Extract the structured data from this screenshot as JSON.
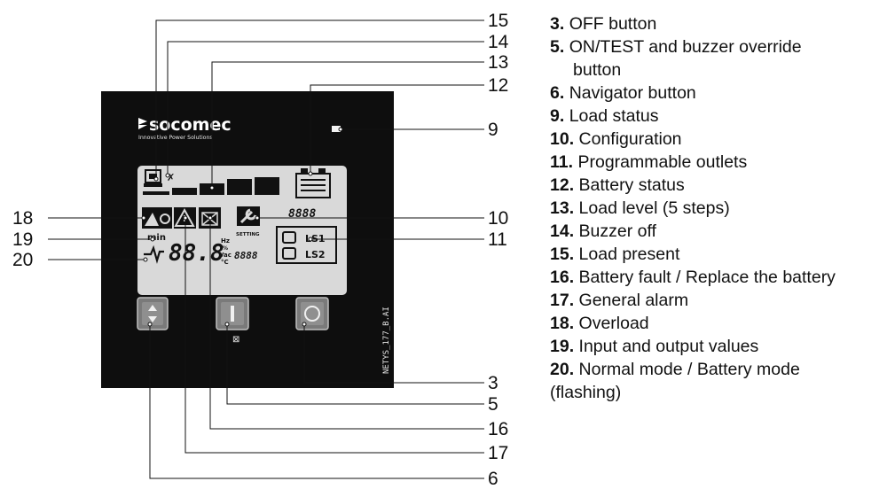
{
  "panel": {
    "brand": "socomec",
    "tagline": "Innovative Power Solutions",
    "reference": "NETYS_177_B.AI",
    "lcd": {
      "min_label": "min",
      "digits": "88.8",
      "unit_hz": "Hz",
      "unit_pct": "%",
      "unit_vac": "Vac",
      "unit_c": "°C",
      "small_digits": "8888",
      "segment_digits": "8888",
      "setting_label": "SETTING",
      "outlet1": "LS1",
      "outlet2": "LS2"
    }
  },
  "callout_numbers": {
    "n15": "15",
    "n14": "14",
    "n13": "13",
    "n12": "12",
    "n9": "9",
    "n18": "18",
    "n19": "19",
    "n20": "20",
    "n10": "10",
    "n11": "11",
    "n3": "3",
    "n5": "5",
    "n16": "16",
    "n17": "17",
    "n6": "6"
  },
  "legend": [
    {
      "num": "3.",
      "text": "OFF button"
    },
    {
      "num": "5.",
      "text": "ON/TEST and buzzer override",
      "cont": "button"
    },
    {
      "num": "6.",
      "text": "Navigator button"
    },
    {
      "num": "9.",
      "text": "Load status"
    },
    {
      "num": "10.",
      "text": "Configuration"
    },
    {
      "num": "11.",
      "text": "Programmable outlets"
    },
    {
      "num": "12.",
      "text": "Battery status"
    },
    {
      "num": "13.",
      "text": "Load level (5 steps)"
    },
    {
      "num": "14.",
      "text": "Buzzer off"
    },
    {
      "num": "15.",
      "text": "Load present"
    },
    {
      "num": "16.",
      "text": "Battery fault / Replace the battery"
    },
    {
      "num": "17.",
      "text": "General alarm"
    },
    {
      "num": "18.",
      "text": "Overload"
    },
    {
      "num": "19.",
      "text": "Input and output values"
    },
    {
      "num": "20.",
      "text": "Normal mode / Battery mode",
      "cont2": "(flashing)"
    }
  ]
}
